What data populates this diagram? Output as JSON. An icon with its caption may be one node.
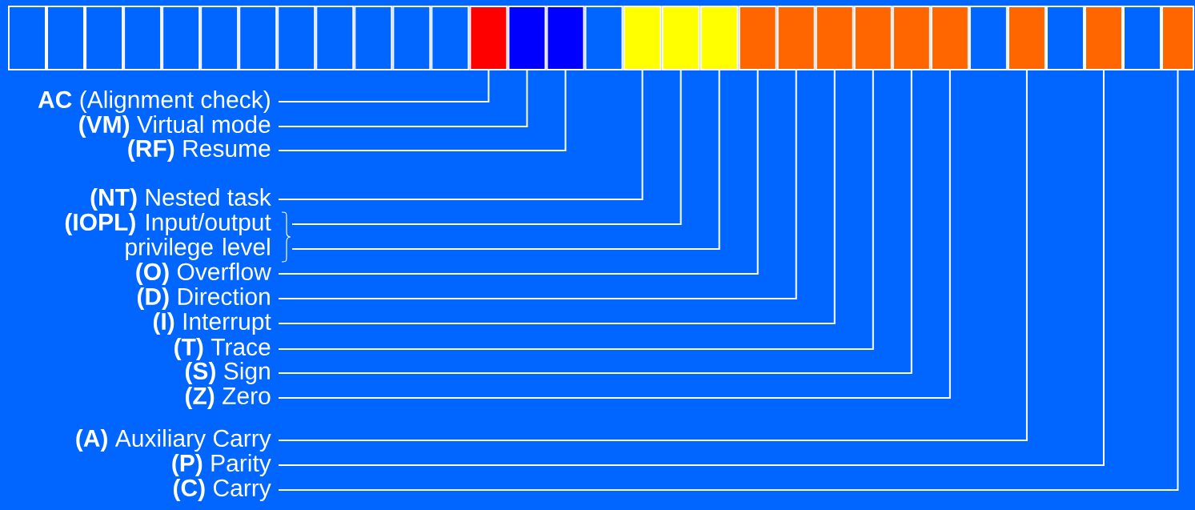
{
  "diagram": {
    "nodes": [
      {
        "text": [],
        "shape": "box"
      },
      {
        "text": [],
        "shape": "box"
      },
      {
        "text": [],
        "shape": "box"
      },
      {
        "text": [],
        "shape": "box"
      },
      {
        "text": [],
        "shape": "box"
      },
      {
        "text": [],
        "shape": "box"
      },
      {
        "text": [],
        "shape": "box"
      },
      {
        "text": [],
        "shape": "box"
      },
      {
        "text": [],
        "shape": "box"
      },
      {
        "text": [],
        "shape": "box"
      },
      {
        "text": [],
        "shape": "box"
      },
      {
        "text": [],
        "shape": "box"
      },
      {
        "text": [],
        "shape": "box"
      },
      {
        "text": [],
        "shape": "box"
      },
      {
        "text": [],
        "shape": "box"
      },
      {
        "text": [],
        "shape": "box"
      },
      {
        "text": [],
        "shape": "box"
      },
      {
        "text": [],
        "shape": "box"
      },
      {
        "text": [],
        "shape": "box"
      },
      {
        "text": [],
        "shape": "box"
      },
      {
        "text": [],
        "shape": "box"
      },
      {
        "text": [],
        "shape": "box"
      },
      {
        "text": [],
        "shape": "box"
      },
      {
        "text": [],
        "shape": "box"
      },
      {
        "text": [],
        "shape": "box"
      },
      {
        "text": [],
        "shape": "box"
      },
      {
        "text": [],
        "shape": "box"
      },
      {
        "text": [],
        "shape": "box"
      },
      {
        "text": [],
        "shape": "box"
      },
      {
        "text": [],
        "shape": "box"
      },
      {
        "text": [],
        "shape": "box"
      },
      {
        "text": [
          "**AC** (Alignment check)"
        ]
      },
      {
        "text": [
          "**(VM)** Virtual mode"
        ]
      },
      {
        "text": [
          "**(RF)** Resume"
        ]
      },
      {
        "text": [
          "**(NT)** Nested task"
        ]
      },
      {
        "text": [
          "**(IOPL)** Input/output privilege level"
        ]
      },
      {
        "text": [
          "**(O)** Overflow"
        ]
      },
      {
        "text": [
          "**(D)** Direction"
        ]
      },
      {
        "text": [
          "**(I)** Interrupt"
        ]
      },
      {
        "text": [
          "**(T)** Trace"
        ]
      },
      {
        "text": [
          "**(S)** Sign"
        ]
      },
      {
        "text": [
          "**(Z)** Zero"
        ]
      },
      {
        "text": [
          "**(A)** Auxiliary Carry"
        ]
      },
      {
        "text": [
          "**(P)** Parity"
        ]
      },
      {
        "text": [
          "**(C)** Carry"
        ]
      }
    ],
    "edges": [
      {
        "from": 31,
        "to": 12,
        "arrow": "none"
      },
      {
        "from": 32,
        "to": 13,
        "arrow": "none"
      },
      {
        "from": 33,
        "to": 14,
        "arrow": "none"
      },
      {
        "from": 34,
        "to": 16,
        "arrow": "none"
      },
      {
        "from": 35,
        "to": 17,
        "arrow": "none"
      },
      {
        "from": 35,
        "to": 18,
        "arrow": "none"
      },
      {
        "from": 36,
        "to": 19,
        "arrow": "none"
      },
      {
        "from": 37,
        "to": 20,
        "arrow": "none"
      },
      {
        "from": 38,
        "to": 21,
        "arrow": "none"
      },
      {
        "from": 39,
        "to": 22,
        "arrow": "none"
      },
      {
        "from": 40,
        "to": 23,
        "arrow": "none"
      },
      {
        "from": 41,
        "to": 24,
        "arrow": "none"
      },
      {
        "from": 42,
        "to": 26,
        "arrow": "none"
      },
      {
        "from": 43,
        "to": 28,
        "arrow": "none"
      },
      {
        "from": 44,
        "to": 30,
        "arrow": "none"
      }
    ]
  }
}
